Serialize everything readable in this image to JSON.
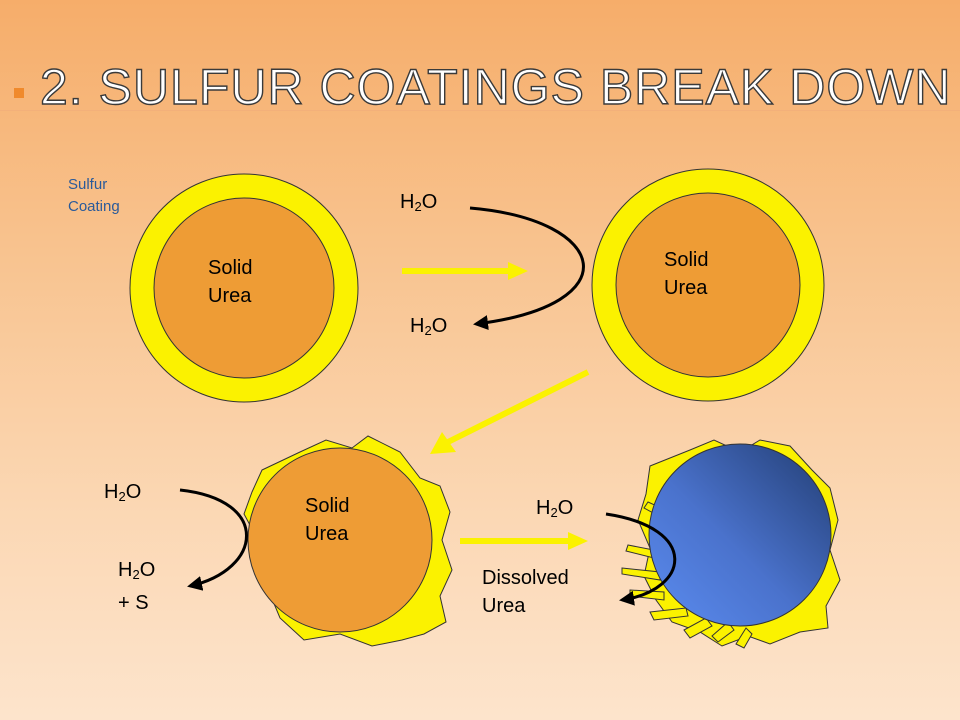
{
  "slide": {
    "title": "2. Sulfur Coatings Break Down"
  },
  "diagram": {
    "coating_label_line1": "Sulfur",
    "coating_label_line2": "Coating",
    "solid_line1": "Solid",
    "solid_line2": "Urea",
    "water_main": "H",
    "water_sub": "2",
    "water_end": "O",
    "sulfur_suffix": "+ S",
    "dissolved_line1": "Dissolved",
    "dissolved_line2": "Urea"
  },
  "colors": {
    "sulfur_coating": "#fbf200",
    "solid_urea": "#ee9c35",
    "dissolved_urea_dark": "#223d72",
    "dissolved_urea_light": "#5b8cf0",
    "arrow_yellow": "#fbf200",
    "title_square": "#f08a2c"
  }
}
